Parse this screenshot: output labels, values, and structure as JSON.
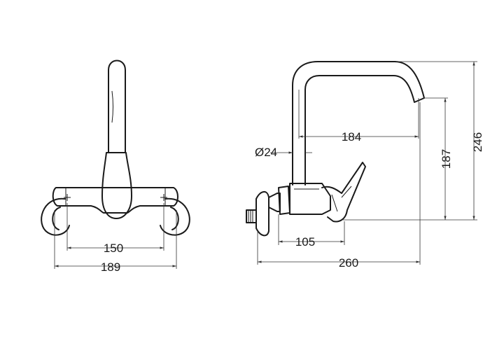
{
  "front_view": {
    "dim_inner": "150",
    "dim_outer": "189"
  },
  "side_view": {
    "dim_spout_reach": "184",
    "dim_pipe_diameter": "Ø24",
    "dim_outlet_height": "187",
    "dim_total_height": "246",
    "dim_body_length": "105",
    "dim_total_length": "260"
  }
}
